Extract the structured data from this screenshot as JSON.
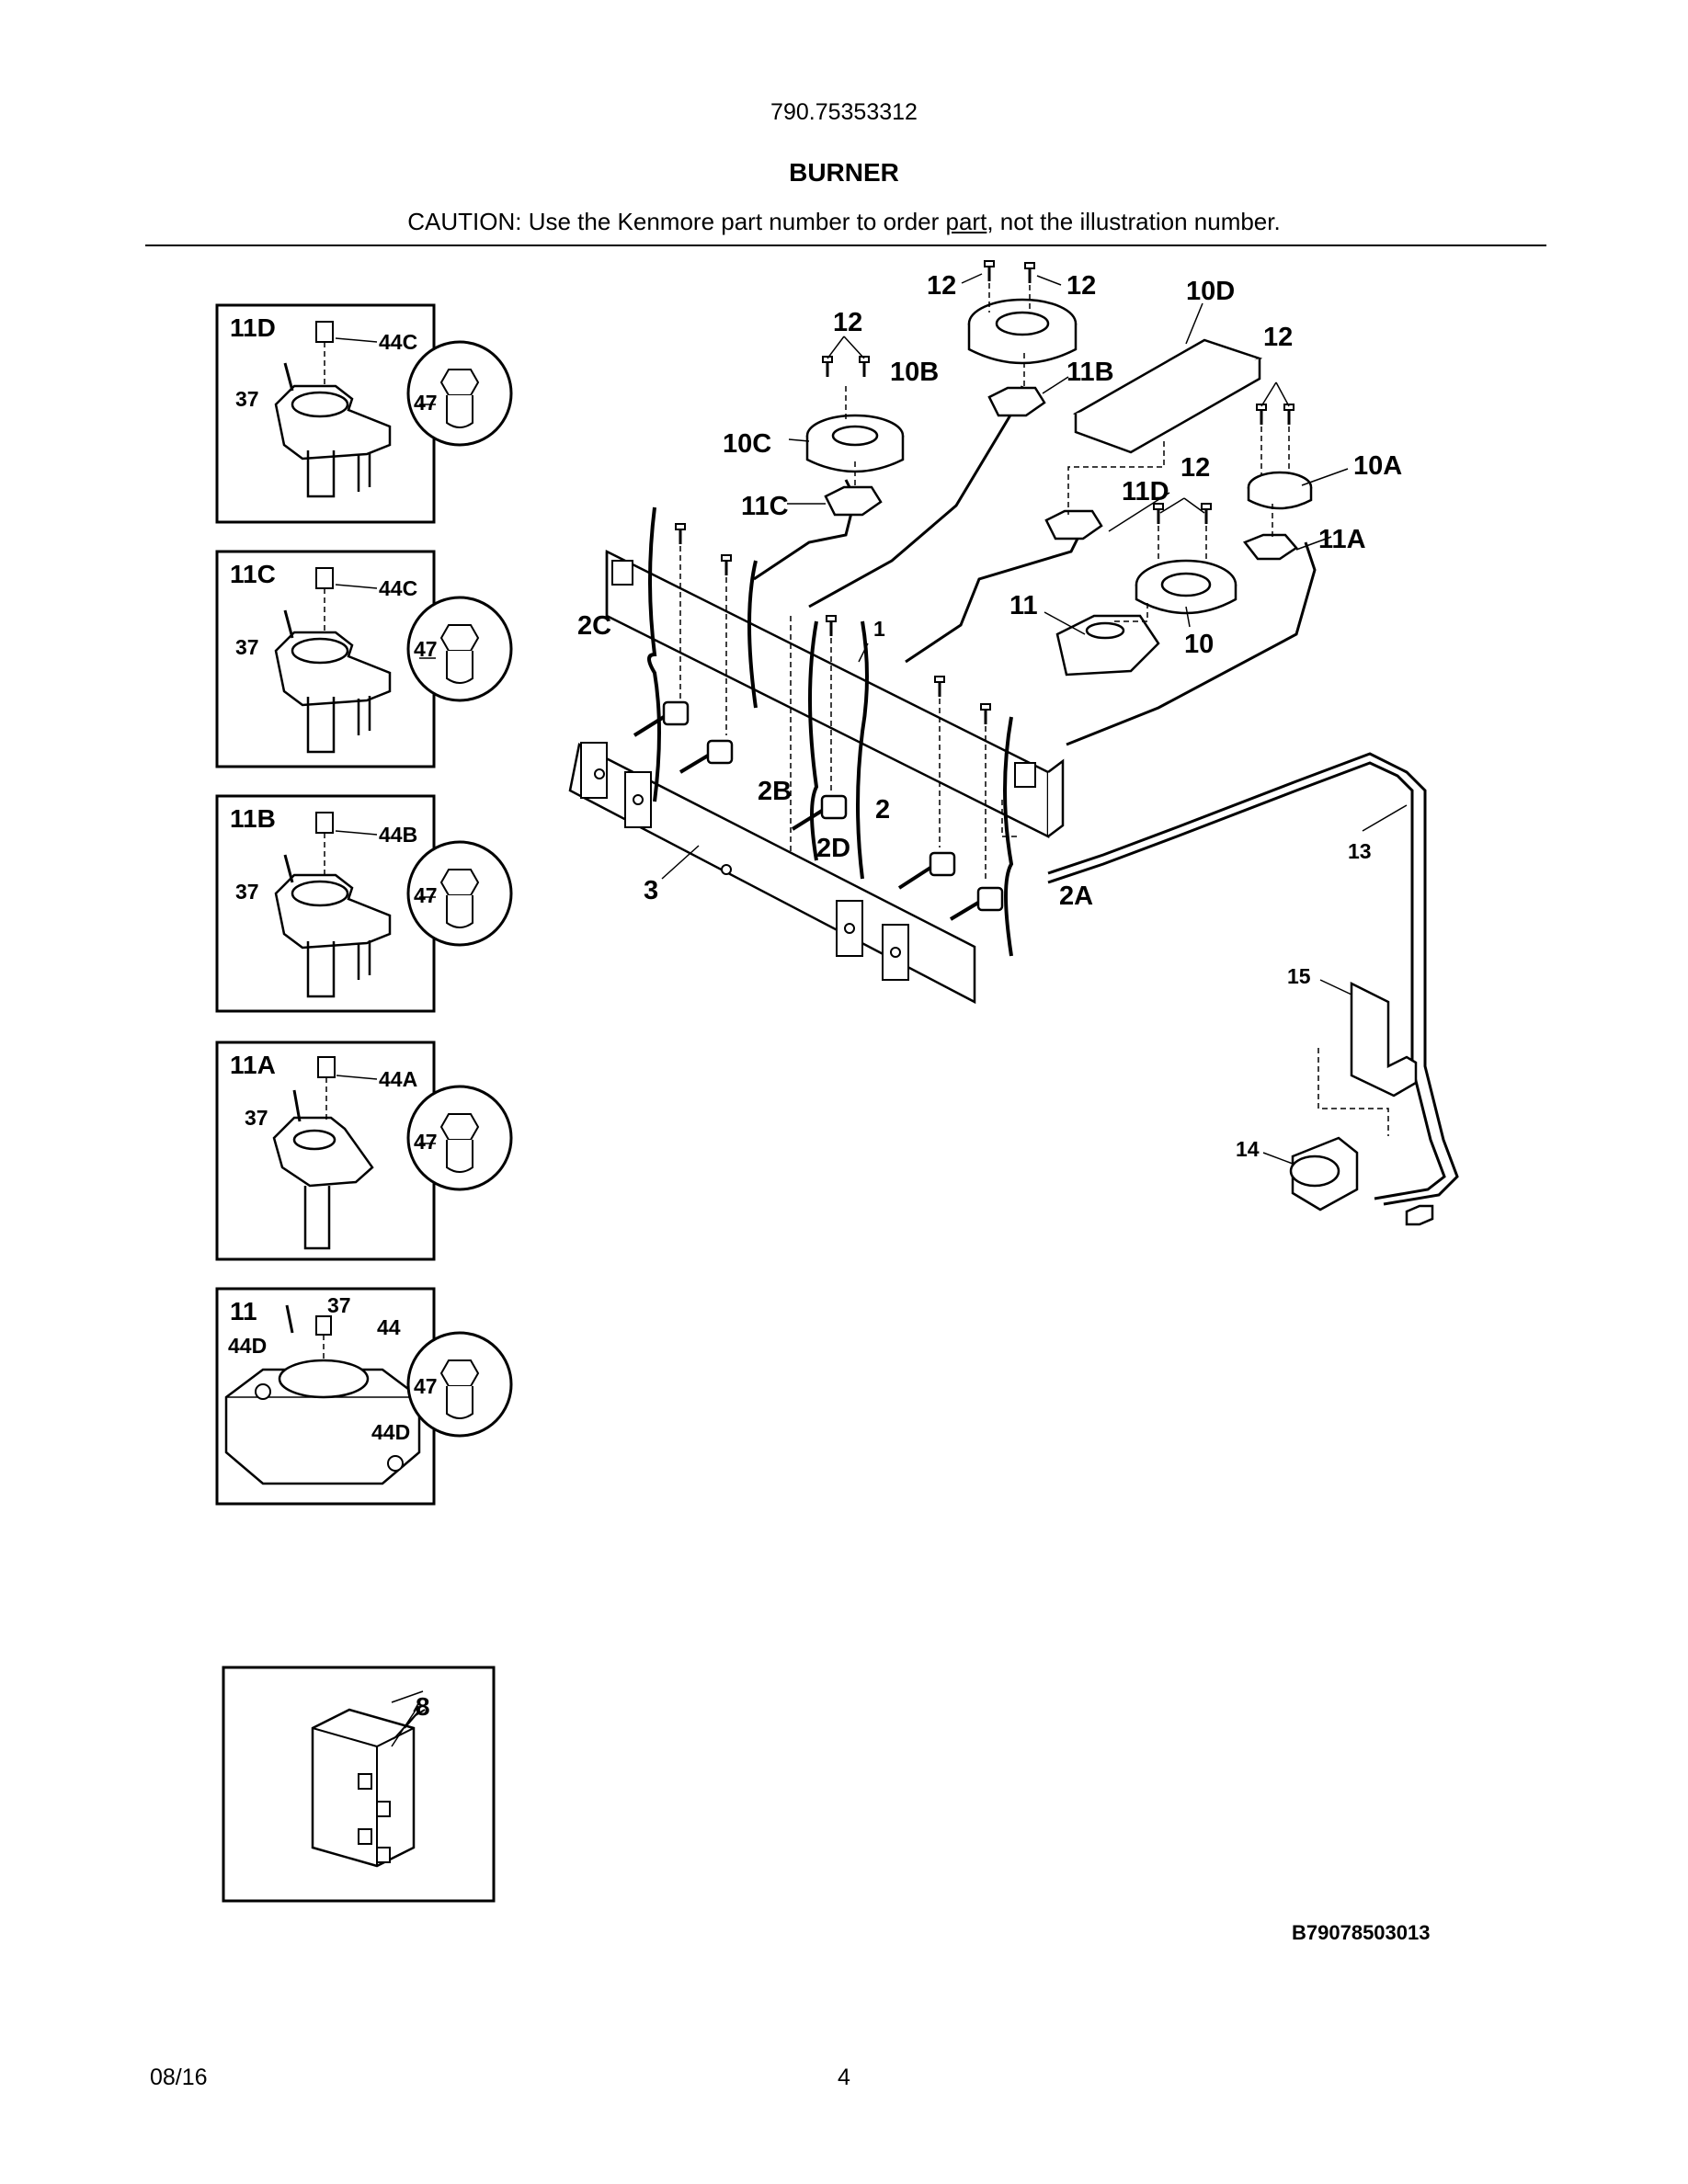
{
  "header": {
    "model_number": "790.75353312",
    "section_title": "BURNER",
    "caution_prefix": "CAUTION: Use the Kenmore part number to order ",
    "caution_link": "part",
    "caution_suffix": ", not the illustration number."
  },
  "callouts": {
    "c12a": "12",
    "c12b": "12",
    "c12c": "12",
    "c12d": "12",
    "c12e": "12",
    "c10d": "10D",
    "c10b": "10B",
    "c11b": "11B",
    "c10c": "10C",
    "c11c": "11C",
    "c11d": "11D",
    "c10a": "10A",
    "c11a": "11A",
    "c11": "11",
    "c10": "10",
    "c2c": "2C",
    "c1": "1",
    "c2b": "2B",
    "c2": "2",
    "c2d": "2D",
    "c3": "3",
    "c2a": "2A",
    "c13": "13",
    "c15": "15",
    "c14": "14"
  },
  "detail_panels": [
    {
      "id": "11D",
      "screw": "37",
      "cap": "44C",
      "orifice": "47"
    },
    {
      "id": "11C",
      "screw": "37",
      "cap": "44C",
      "orifice": "47"
    },
    {
      "id": "11B",
      "screw": "37",
      "cap": "44B",
      "orifice": "47"
    },
    {
      "id": "11A",
      "screw": "37",
      "cap": "44A",
      "orifice": "47"
    },
    {
      "id": "11",
      "screw": "37",
      "cap": "44",
      "clip_a": "44D",
      "clip_b": "44D",
      "orifice": "47"
    }
  ],
  "igniter_panel": {
    "part": "8"
  },
  "drawing_number": "B79078503013",
  "footer": {
    "date": "08/16",
    "page": "4"
  }
}
